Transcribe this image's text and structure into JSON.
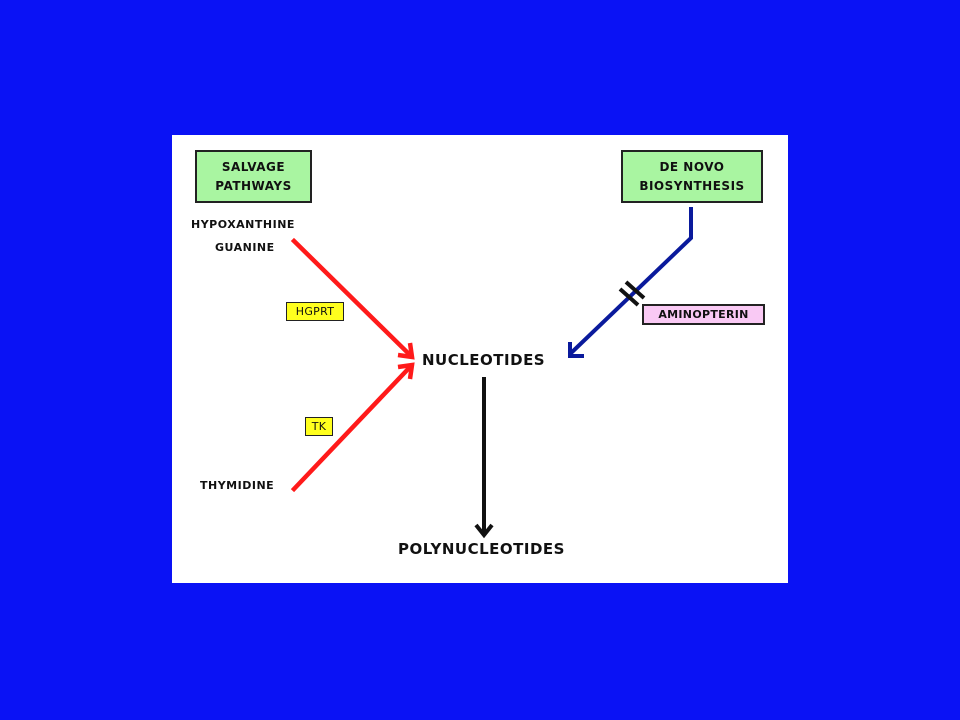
{
  "salvage_box": {
    "line1": "SALVAGE",
    "line2": "PATHWAYS"
  },
  "denovo_box": {
    "line1": "DE NOVO",
    "line2": "BIOSYNTHESIS"
  },
  "substrates": {
    "hypoxanthine": "HYPOXANTHINE",
    "guanine": "GUANINE",
    "thymidine": "THYMIDINE"
  },
  "enzymes": {
    "hgprt": "HGPRT",
    "tk": "TK"
  },
  "inhibitor": "AMINOPTERIN",
  "products": {
    "nucleotides": "NUCLEOTIDES",
    "polynucleotides": "POLYNUCLEOTIDES"
  },
  "colors": {
    "background": "#0a12f5",
    "salvage_arrow": "#ff1a1a",
    "denovo_arrow": "#0a1a9c",
    "main_arrow": "#111111",
    "box_fill": "#a9f5a1",
    "enzyme_fill": "#ffff1e",
    "inhibitor_fill": "#f9c9f4"
  }
}
